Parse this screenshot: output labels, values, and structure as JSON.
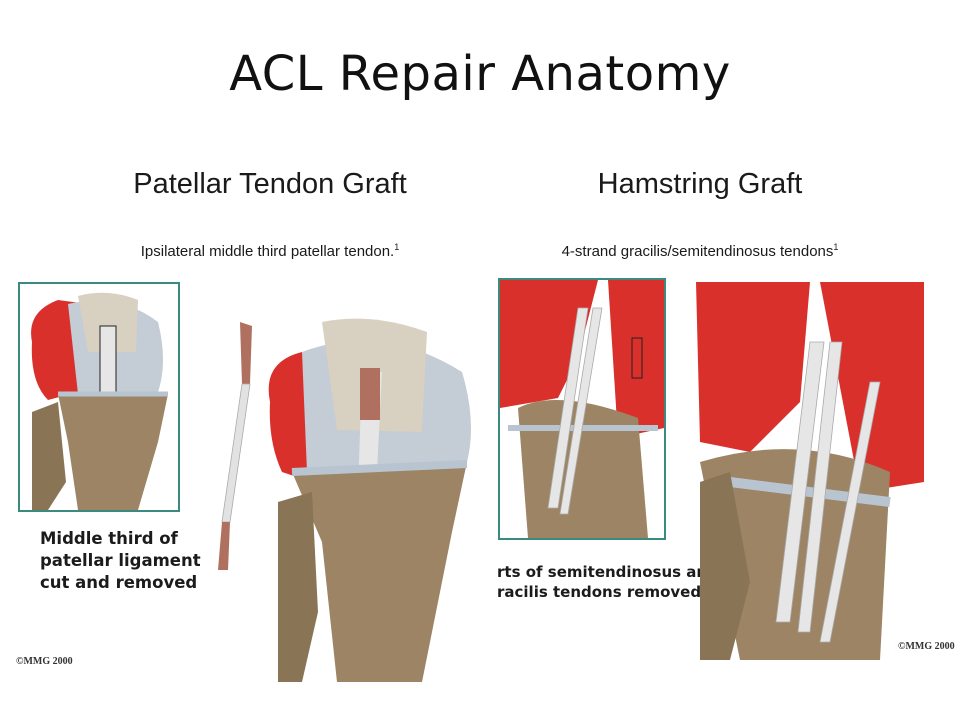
{
  "slide": {
    "title": "ACL Repair Anatomy",
    "left": {
      "heading": "Patellar Tendon Graft",
      "subtitle": "Ipsilateral middle third patellar tendon.",
      "subtitle_ref": "1",
      "caption_lines": [
        "Middle third of",
        "patellar ligament",
        "cut and removed"
      ],
      "copyright": "©MMG 2000"
    },
    "right": {
      "heading": "Hamstring Graft",
      "subtitle": "4-strand gracilis/semitendinosus tendons",
      "subtitle_ref": "1",
      "caption_lines": [
        "rts of semitendinosus and",
        "racilis tendons removed"
      ],
      "copyright": "©MMG 2000"
    }
  },
  "colors": {
    "muscle": "#d9302c",
    "bone": "#9c8464",
    "cartilage": "#c4ccd6",
    "tendon": "#e6e6e6",
    "frame": "#3a8a80"
  },
  "icons": [
    "knee-illustration",
    "graft-strip-illustration",
    "hamstring-illustration"
  ]
}
